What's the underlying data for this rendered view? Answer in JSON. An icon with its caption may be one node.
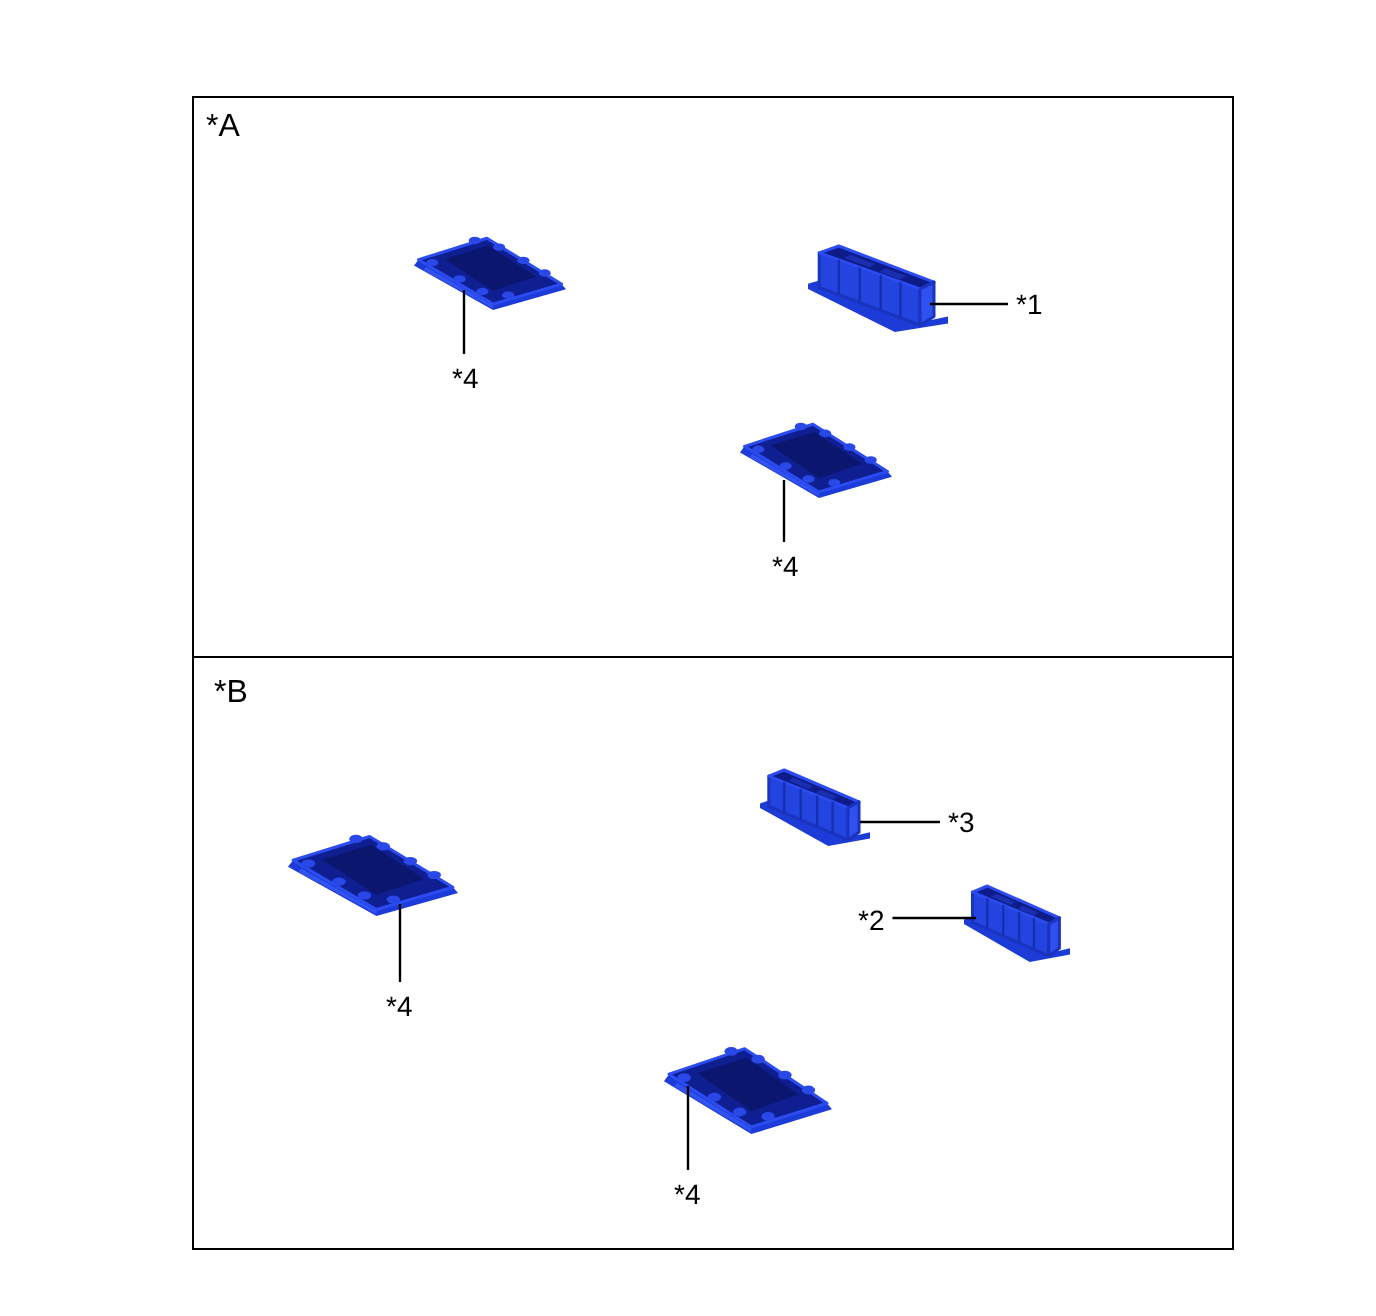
{
  "diagram": {
    "nodes": [
      {
        "text": [
          "*A"
        ]
      },
      {
        "text": [],
        "shape": "picture",
        "in": 0
      },
      {
        "text": [
          "*4"
        ],
        "in": 0
      },
      {
        "text": [],
        "shape": "picture",
        "in": 0
      },
      {
        "text": [
          "*1"
        ],
        "in": 0
      },
      {
        "text": [],
        "shape": "picture",
        "in": 0
      },
      {
        "text": [
          "*4"
        ],
        "in": 0
      },
      {
        "text": [
          "*B"
        ]
      },
      {
        "text": [],
        "shape": "picture",
        "in": 7
      },
      {
        "text": [
          "*4"
        ],
        "in": 7
      },
      {
        "text": [],
        "shape": "picture",
        "in": 7
      },
      {
        "text": [
          "*3"
        ],
        "in": 7
      },
      {
        "text": [
          "*2"
        ],
        "in": 7
      },
      {
        "text": [],
        "shape": "picture",
        "in": 7
      },
      {
        "text": [],
        "shape": "picture",
        "in": 7
      },
      {
        "text": [
          "*4"
        ],
        "in": 7
      }
    ],
    "edges": [
      {
        "from": 2,
        "to": 1,
        "arrow": "none"
      },
      {
        "from": 4,
        "to": 3,
        "arrow": "none"
      },
      {
        "from": 6,
        "to": 5,
        "arrow": "none"
      },
      {
        "from": 9,
        "to": 8,
        "arrow": "none"
      },
      {
        "from": 11,
        "to": 10,
        "arrow": "none"
      },
      {
        "from": 12,
        "to": 13,
        "arrow": "none"
      },
      {
        "from": 15,
        "to": 14,
        "arrow": "none"
      }
    ]
  }
}
